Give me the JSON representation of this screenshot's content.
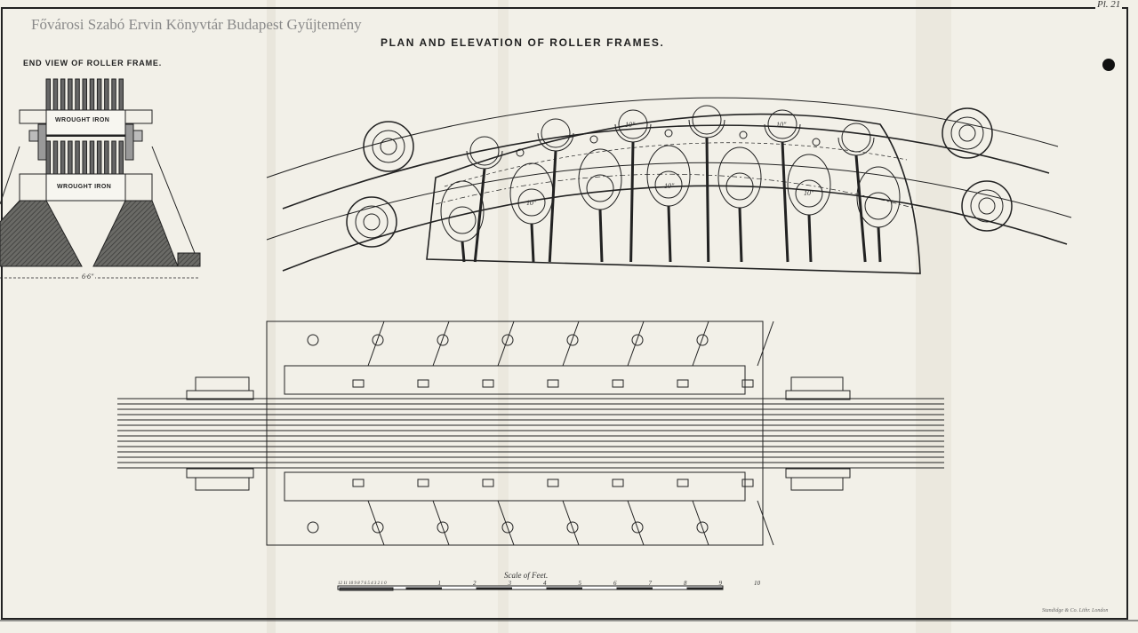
{
  "watermark": "Fővárosi Szabó Ervin Könyvtár Budapest Gyűjtemény",
  "title": "PLAN AND ELEVATION OF ROLLER FRAMES.",
  "plate_number": "Pl. 21",
  "end_view": {
    "title": "END VIEW OF ROLLER FRAME.",
    "upper_label": "WROUGHT IRON",
    "lower_label": "WROUGHT IRON",
    "width_dimension": "6·6\""
  },
  "elevation": {
    "roller_labels": [
      "10\"",
      "10\"",
      "10\"",
      "10\"",
      "10\""
    ]
  },
  "scale": {
    "title": "Scale of Feet.",
    "subdivisions": "12 11 10 9 8 7 6 5 4 3 2 1 0",
    "ticks": [
      "1",
      "2",
      "3",
      "4",
      "5",
      "6",
      "7",
      "8",
      "9",
      "10"
    ]
  },
  "engraver": "Standidge & Co. Lithr. London",
  "colors": {
    "paper": "#f2f0e8",
    "ink": "#222222",
    "hatch": "#555555"
  }
}
